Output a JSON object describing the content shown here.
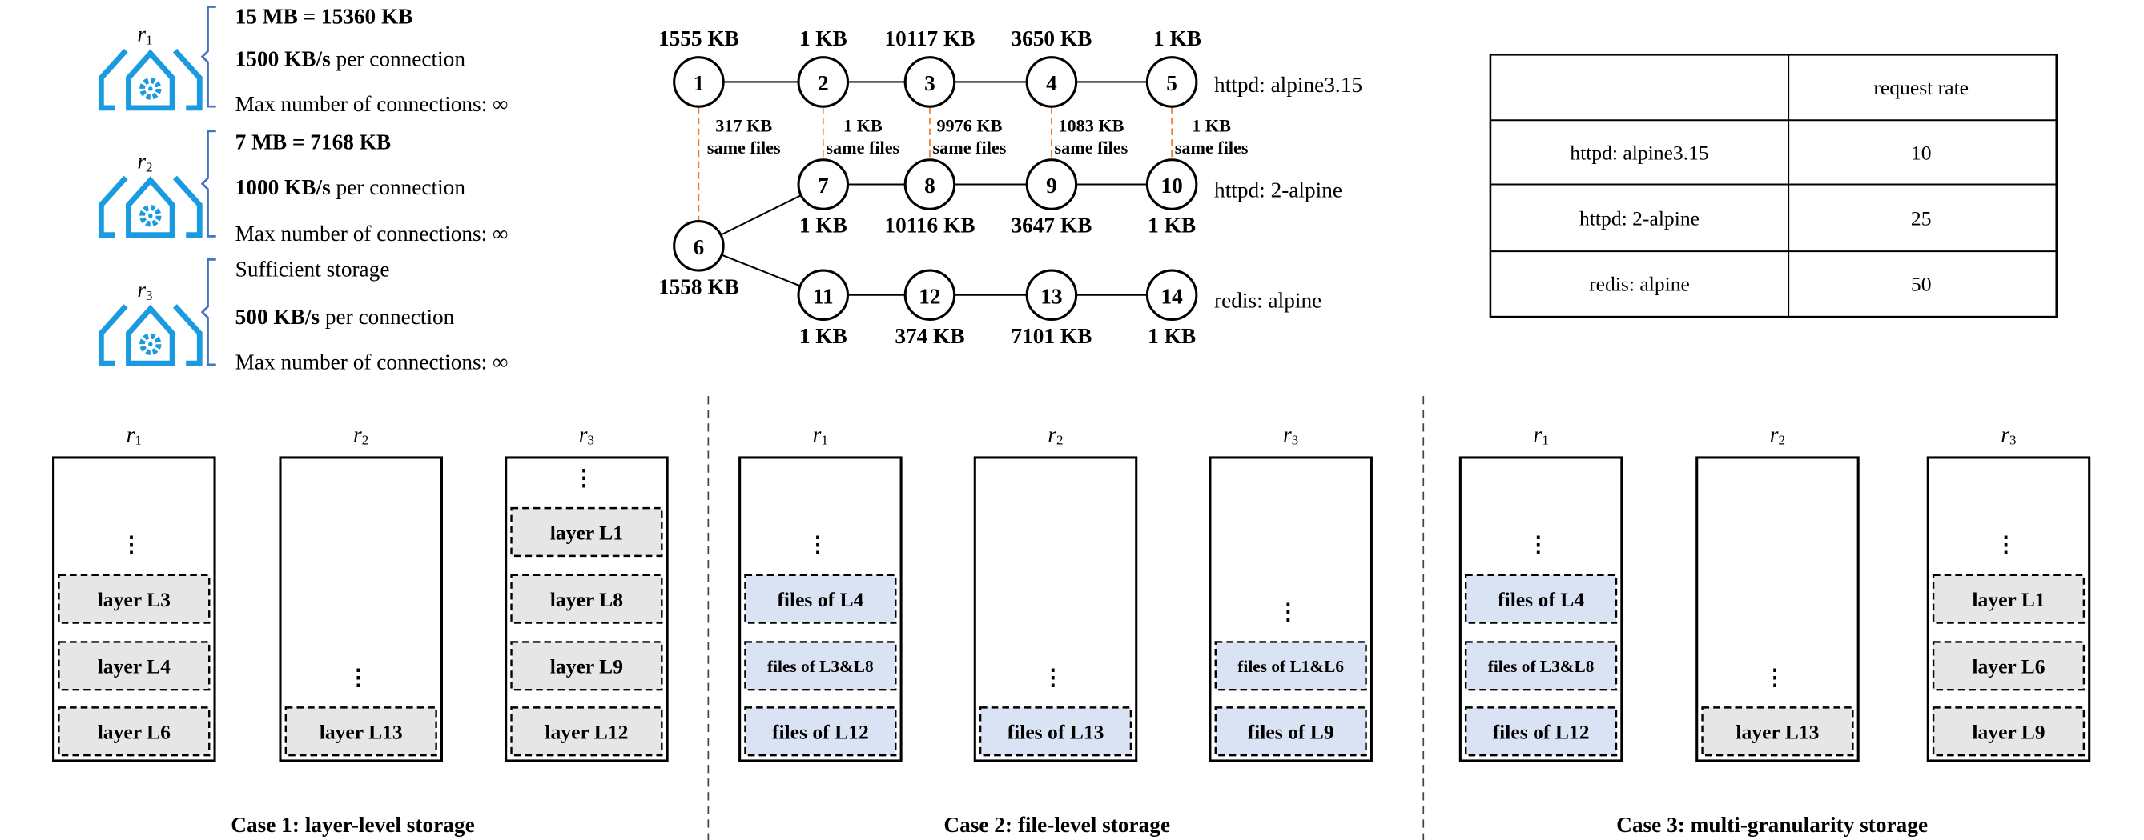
{
  "colors": {
    "house": "#1a9be0",
    "brace": "#4472c4",
    "shared": "#ed7d31",
    "layer_fill": "#e6e6e6",
    "files_fill": "#dae3f3"
  },
  "resources": [
    {
      "letter": "r",
      "sub": "1",
      "lines": [
        {
          "bold": "15 MB = 15360 KB",
          "normal": ""
        },
        {
          "bold": "1500 KB/s",
          "normal": " per connection"
        },
        {
          "bold": "",
          "normal": "Max number of connections: ∞"
        }
      ]
    },
    {
      "letter": "r",
      "sub": "2",
      "lines": [
        {
          "bold": "7 MB = 7168 KB",
          "normal": ""
        },
        {
          "bold": "1000 KB/s",
          "normal": " per connection"
        },
        {
          "bold": "",
          "normal": "Max number of connections: ∞"
        }
      ]
    },
    {
      "letter": "r",
      "sub": "3",
      "lines": [
        {
          "bold": "",
          "normal": "Sufficient storage"
        },
        {
          "bold": "500 KB/s",
          "normal": " per connection"
        },
        {
          "bold": "",
          "normal": "Max number of connections: ∞"
        }
      ]
    }
  ],
  "graph": {
    "images": [
      "httpd: alpine3.15",
      "httpd: 2-alpine",
      "redis: alpine"
    ],
    "nodes": [
      {
        "id": "1",
        "size": "1555 KB"
      },
      {
        "id": "2",
        "size": "1 KB"
      },
      {
        "id": "3",
        "size": "10117 KB"
      },
      {
        "id": "4",
        "size": "3650 KB"
      },
      {
        "id": "5",
        "size": "1 KB"
      },
      {
        "id": "6",
        "size": "1558 KB"
      },
      {
        "id": "7",
        "size": "1 KB"
      },
      {
        "id": "8",
        "size": "10116 KB"
      },
      {
        "id": "9",
        "size": "3647 KB"
      },
      {
        "id": "10",
        "size": "1 KB"
      },
      {
        "id": "11",
        "size": "1 KB"
      },
      {
        "id": "12",
        "size": "374 KB"
      },
      {
        "id": "13",
        "size": "7101 KB"
      },
      {
        "id": "14",
        "size": "1 KB"
      }
    ],
    "edges": [
      [
        "1",
        "2"
      ],
      [
        "2",
        "3"
      ],
      [
        "3",
        "4"
      ],
      [
        "4",
        "5"
      ],
      [
        "7",
        "8"
      ],
      [
        "8",
        "9"
      ],
      [
        "9",
        "10"
      ],
      [
        "6",
        "7"
      ],
      [
        "6",
        "11"
      ],
      [
        "11",
        "12"
      ],
      [
        "12",
        "13"
      ],
      [
        "13",
        "14"
      ]
    ],
    "shared": [
      {
        "from": "1",
        "to": "6",
        "size": "317 KB",
        "label": "same files"
      },
      {
        "from": "2",
        "to": "7",
        "size": "1 KB",
        "label": "same files"
      },
      {
        "from": "3",
        "to": "8",
        "size": "9976 KB",
        "label": "same files"
      },
      {
        "from": "4",
        "to": "9",
        "size": "1083 KB",
        "label": "same files"
      },
      {
        "from": "5",
        "to": "10",
        "size": "1 KB",
        "label": "same files"
      }
    ]
  },
  "table": {
    "header": [
      "",
      "request rate"
    ],
    "rows": [
      [
        "httpd: alpine3.15",
        "10"
      ],
      [
        "httpd: 2-alpine",
        "25"
      ],
      [
        "redis: alpine",
        "50"
      ]
    ]
  },
  "cases": [
    {
      "caption": "Case 1: layer-level storage",
      "columns": [
        {
          "letter": "r",
          "sub": "1",
          "items": [
            {
              "label": "layer L3",
              "kind": "layer"
            },
            {
              "label": "layer L4",
              "kind": "layer"
            },
            {
              "label": "layer L6",
              "kind": "layer"
            }
          ]
        },
        {
          "letter": "r",
          "sub": "2",
          "items": [
            {
              "label": "layer L13",
              "kind": "layer"
            }
          ]
        },
        {
          "letter": "r",
          "sub": "3",
          "items": [
            {
              "label": "layer L1",
              "kind": "layer"
            },
            {
              "label": "layer L8",
              "kind": "layer"
            },
            {
              "label": "layer L9",
              "kind": "layer"
            },
            {
              "label": "layer L12",
              "kind": "layer"
            }
          ]
        }
      ]
    },
    {
      "caption": "Case 2: file-level storage",
      "columns": [
        {
          "letter": "r",
          "sub": "1",
          "items": [
            {
              "label": "files of L4",
              "kind": "files"
            },
            {
              "label": "files of L3&L8",
              "kind": "files"
            },
            {
              "label": "files of L12",
              "kind": "files"
            }
          ]
        },
        {
          "letter": "r",
          "sub": "2",
          "items": [
            {
              "label": "files of L13",
              "kind": "files"
            }
          ]
        },
        {
          "letter": "r",
          "sub": "3",
          "items": [
            {
              "label": "files of L1&L6",
              "kind": "files"
            },
            {
              "label": "files of L9",
              "kind": "files"
            }
          ]
        }
      ]
    },
    {
      "caption": "Case 3: multi-granularity storage",
      "columns": [
        {
          "letter": "r",
          "sub": "1",
          "items": [
            {
              "label": "files of L4",
              "kind": "files"
            },
            {
              "label": "files of L3&L8",
              "kind": "files"
            },
            {
              "label": "files of L12",
              "kind": "files"
            }
          ]
        },
        {
          "letter": "r",
          "sub": "2",
          "items": [
            {
              "label": "layer L13",
              "kind": "layer"
            }
          ]
        },
        {
          "letter": "r",
          "sub": "3",
          "items": [
            {
              "label": "layer L1",
              "kind": "layer"
            },
            {
              "label": "layer L6",
              "kind": "layer"
            },
            {
              "label": "layer L9",
              "kind": "layer"
            }
          ]
        }
      ]
    }
  ],
  "ellipsis": "⋮"
}
